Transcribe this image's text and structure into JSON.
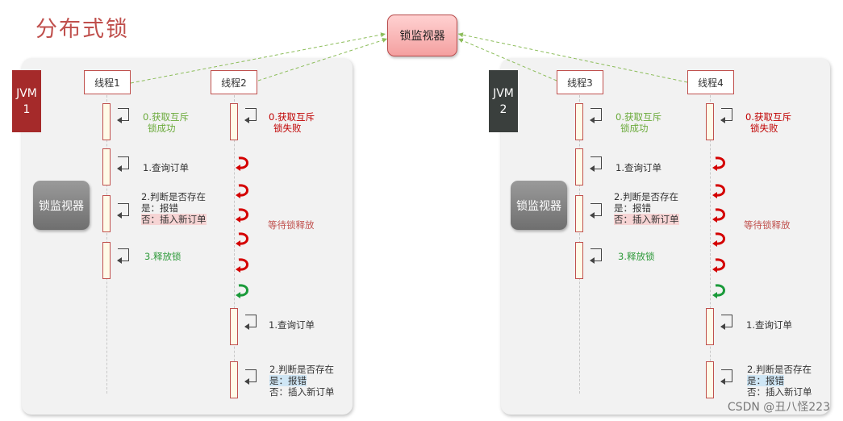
{
  "title": "分布式锁",
  "monitor_top": "锁监视器",
  "watermark": "CSDN @丑八怪223",
  "colors": {
    "jvm1": "#a52a2a",
    "jvm2": "#3a3f3d",
    "red_arrow": "#d40000",
    "green_arrow": "#1a9a3a"
  },
  "panels": [
    {
      "jvm_line1": "JVM",
      "jvm_line2": "1",
      "monitor": "锁监视器",
      "thread_a": {
        "name": "线程1",
        "step0_l1": "0.获取互斥",
        "step0_l2": "锁成功",
        "step1": "1.查询订单",
        "step2_l1": "2.判断是否存在",
        "step2_l2": "是：报错",
        "step2_l3": "否：插入新订单",
        "step3": "3.释放锁"
      },
      "thread_b": {
        "name": "线程2",
        "step0_l1": "0.获取互斥",
        "step0_l2": "锁失败",
        "wait": "等待锁释放",
        "step1": "1.查询订单",
        "step2_l1": "2.判断是否存在",
        "step2_l2": "是：报错",
        "step2_l3": "否：插入新订单"
      }
    },
    {
      "jvm_line1": "JVM",
      "jvm_line2": "2",
      "monitor": "锁监视器",
      "thread_a": {
        "name": "线程3",
        "step0_l1": "0.获取互斥",
        "step0_l2": "锁成功",
        "step1": "1.查询订单",
        "step2_l1": "2.判断是否存在",
        "step2_l2": "是：报错",
        "step2_l3": "否：插入新订单",
        "step3": "3.释放锁"
      },
      "thread_b": {
        "name": "线程4",
        "step0_l1": "0.获取互斥",
        "step0_l2": "锁失败",
        "wait": "等待锁释放",
        "step1": "1.查询订单",
        "step2_l1": "2.判断是否存在",
        "step2_l2": "是：报错",
        "step2_l3": "否：插入新订单"
      }
    }
  ]
}
